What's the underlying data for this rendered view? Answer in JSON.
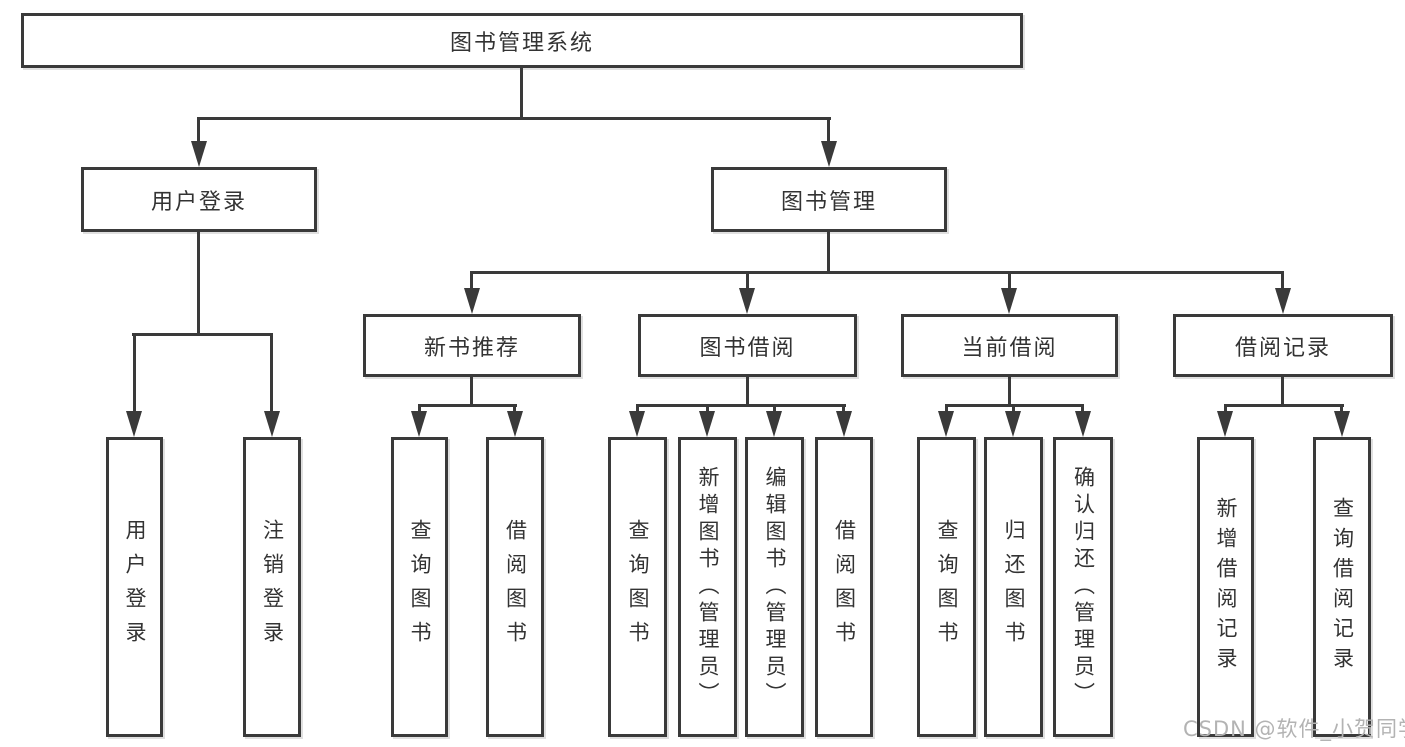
{
  "diagram": {
    "type": "hierarchy-flowchart",
    "watermark": "CSDN @软件_小贺同学",
    "colors": {
      "background": "#ffffff",
      "line": "#3a3a3a",
      "box_border": "#3a3a3a",
      "text": "#333333",
      "watermark": "#b3b3b3"
    },
    "tree": {
      "root": {
        "label": "图书管理系统",
        "children": [
          {
            "label": "用户登录",
            "children": [
              {
                "label": "用户登录"
              },
              {
                "label": "注销登录"
              }
            ]
          },
          {
            "label": "图书管理",
            "children": [
              {
                "label": "新书推荐",
                "children": [
                  {
                    "label": "查询图书"
                  },
                  {
                    "label": "借阅图书"
                  }
                ]
              },
              {
                "label": "图书借阅",
                "children": [
                  {
                    "label": "查询图书"
                  },
                  {
                    "label": "新增图书（管理员）"
                  },
                  {
                    "label": "编辑图书（管理员）"
                  },
                  {
                    "label": "借阅图书"
                  }
                ]
              },
              {
                "label": "当前借阅",
                "children": [
                  {
                    "label": "查询图书"
                  },
                  {
                    "label": "归还图书"
                  },
                  {
                    "label": "确认归还（管理员）"
                  }
                ]
              },
              {
                "label": "借阅记录",
                "children": [
                  {
                    "label": "新增借阅记录"
                  },
                  {
                    "label": "查询借阅记录"
                  }
                ]
              }
            ]
          }
        ]
      }
    }
  }
}
